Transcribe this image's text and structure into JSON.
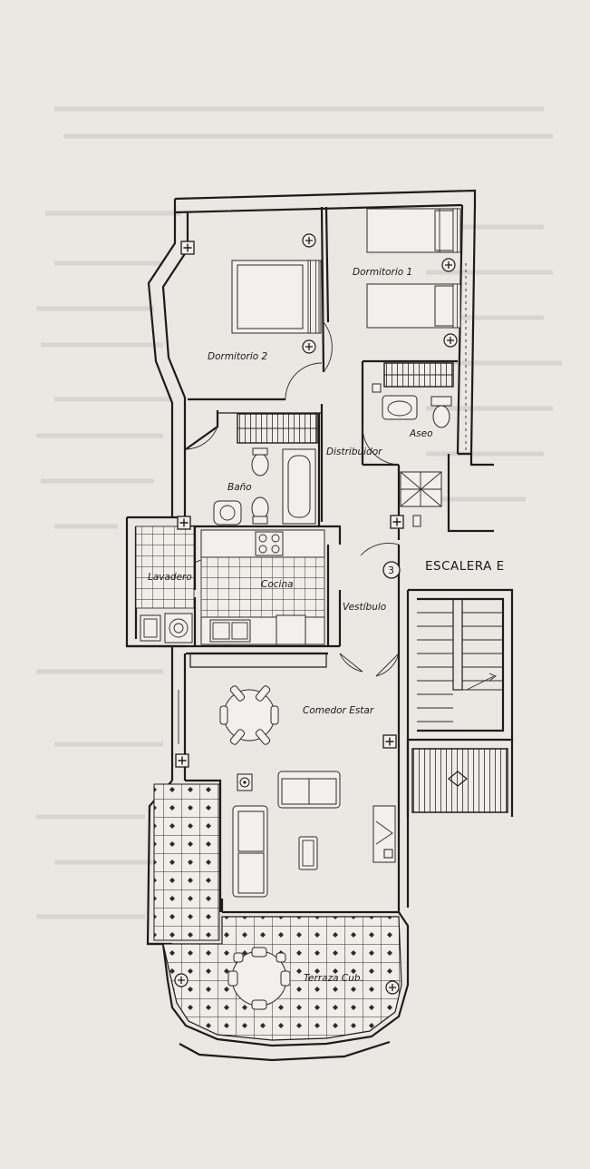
{
  "title": "",
  "colors": {
    "paper": "#e9e8e3",
    "ink": "#1c1c1c"
  },
  "rooms": {
    "dormitorio1": "Dormitorio 1",
    "dormitorio2": "Dormitorio 2",
    "aseo": "Aseo",
    "distribuidor": "Distribuidor",
    "bano": "Baño",
    "lavadero": "Lavadero",
    "cocina": "Cocina",
    "vestibulo": "Vestíbulo",
    "comedor": "Comedor Estar",
    "terraza": "Terraza Cub."
  },
  "stair": {
    "label": "ESCALERA E",
    "number": "3"
  },
  "icons": [
    "electrical-outlet-icon",
    "door-swing-icon",
    "stair-icon",
    "bed-icon",
    "toilet-icon",
    "sink-icon",
    "bathtub-icon",
    "shower-icon",
    "stove-icon",
    "table-icon",
    "sofa-icon",
    "fireplace-icon"
  ]
}
